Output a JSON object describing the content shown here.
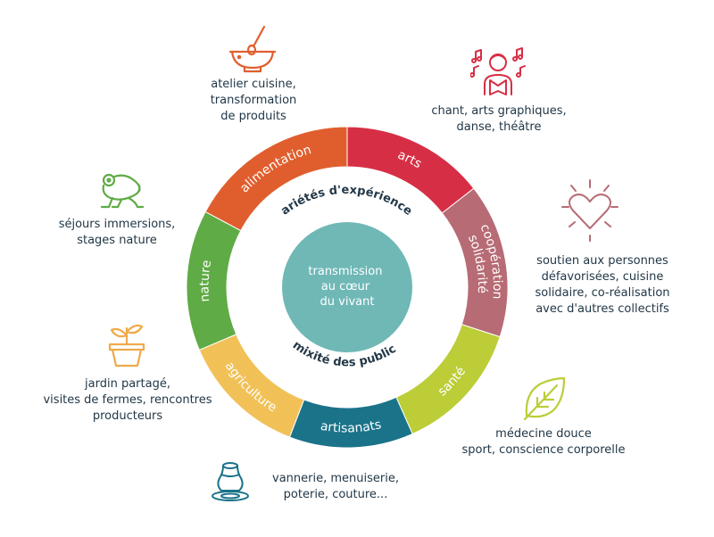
{
  "center": {
    "lines": [
      "transmission",
      "au cœur",
      "du vivant"
    ],
    "color": "#6fb8b6"
  },
  "inner_labels": {
    "top": "variétés d'expériences",
    "bottom": "mixité des publics"
  },
  "segments": [
    {
      "id": "alimentation",
      "label": [
        "alimentation"
      ],
      "color": "#e05e2e"
    },
    {
      "id": "arts",
      "label": [
        "arts"
      ],
      "color": "#d62f45"
    },
    {
      "id": "solidarite",
      "label": [
        "solidarité",
        "coopération"
      ],
      "color": "#b76b74"
    },
    {
      "id": "sante",
      "label": [
        "santé"
      ],
      "color": "#bccd38"
    },
    {
      "id": "artisanats",
      "label": [
        "artisanats"
      ],
      "color": "#1a7389"
    },
    {
      "id": "agriculture",
      "label": [
        "agriculture"
      ],
      "color": "#f1c158"
    },
    {
      "id": "nature",
      "label": [
        "nature"
      ],
      "color": "#5fab45"
    }
  ],
  "captions": {
    "alimentation": [
      "atelier cuisine,",
      "transformation",
      "de produits"
    ],
    "arts": [
      "chant, arts graphiques,",
      "danse, théâtre"
    ],
    "solidarite": [
      "soutien aux personnes",
      "défavorisées, cuisine",
      "solidaire, co-réalisation",
      "avec d'autres collectifs"
    ],
    "sante": [
      "médecine douce",
      "sport, conscience corporelle"
    ],
    "artisanats": [
      "vannerie, menuiserie,",
      "poterie, couture..."
    ],
    "agriculture": [
      "jardin partagé,",
      "visites de fermes, rencontres",
      "producteurs"
    ],
    "nature": [
      "séjours immersions,",
      "stages nature"
    ]
  },
  "icons": {
    "alimentation": "mixing-bowl-icon",
    "arts": "singer-icon",
    "solidarite": "heart-icon",
    "sante": "leaf-icon",
    "artisanats": "pottery-icon",
    "agriculture": "plant-pot-icon",
    "nature": "frog-icon"
  }
}
